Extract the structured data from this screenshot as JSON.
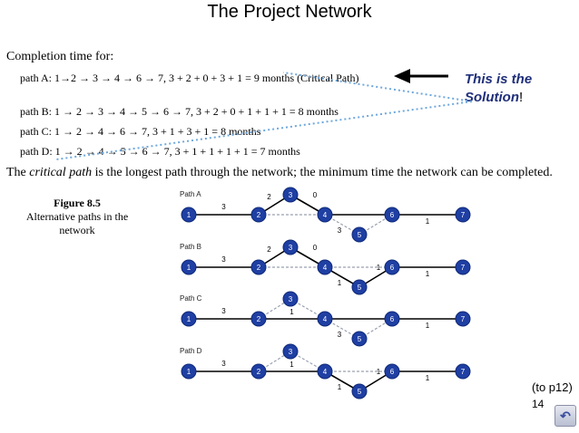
{
  "title": "The Project Network",
  "completion_label": "Completion time for:",
  "paths": [
    {
      "text": "path A: 1→2 → 3 → 4 → 6 → 7,   3 + 2 + 0 + 3 + 1 = 9 months (Critical  Path)"
    },
    {
      "text": "path B: 1 → 2 → 3 → 4 → 5 → 6 → 7,   3 + 2 + 0 + 1 + 1 + 1 = 8 months"
    },
    {
      "text": "path C: 1 → 2 → 4 → 6 → 7,   3 + 1 + 3 + 1 = 8 months"
    },
    {
      "text": "path D: 1 → 2 → 4 → 5 → 6 → 7,   3 + 1 + 1 + 1 + 1 = 7 months"
    }
  ],
  "solution": {
    "line1": "This is the",
    "line2": "Solution",
    "suffix": "!"
  },
  "critical": {
    "pre": "The ",
    "term": "critical path",
    "post": " is the longest path through the network; the minimum time the network can be completed."
  },
  "figure": {
    "number": "Figure 8.5",
    "caption": "Alternative paths in the network"
  },
  "diagrams": [
    {
      "label": "Path A",
      "active": [
        [
          1,
          2
        ],
        [
          2,
          3
        ],
        [
          3,
          4
        ],
        [
          4,
          6
        ],
        [
          6,
          7
        ]
      ],
      "weights": {
        "1-2": "3",
        "2-3": "2",
        "3-4": "0",
        "4-5": "3",
        "6-7": "1"
      }
    },
    {
      "label": "Path B",
      "active": [
        [
          1,
          2
        ],
        [
          2,
          3
        ],
        [
          3,
          4
        ],
        [
          4,
          5
        ],
        [
          5,
          6
        ],
        [
          6,
          7
        ]
      ],
      "weights": {
        "1-2": "3",
        "2-3": "2",
        "3-4": "0",
        "4-5": "1",
        "5-6": "1",
        "6-7": "1"
      }
    },
    {
      "label": "Path C",
      "active": [
        [
          1,
          2
        ],
        [
          2,
          4
        ],
        [
          4,
          6
        ],
        [
          6,
          7
        ]
      ],
      "weights": {
        "1-2": "3",
        "2-4": "1",
        "4-5": "3",
        "6-7": "1"
      }
    },
    {
      "label": "Path D",
      "active": [
        [
          1,
          2
        ],
        [
          2,
          4
        ],
        [
          4,
          5
        ],
        [
          5,
          6
        ],
        [
          6,
          7
        ]
      ],
      "weights": {
        "1-2": "3",
        "2-4": "1",
        "4-5": "1",
        "5-6": "1",
        "6-7": "1"
      }
    }
  ],
  "nodes": [
    "1",
    "2",
    "3",
    "4",
    "5",
    "6",
    "7"
  ],
  "to_link": "(to p12)",
  "page_number": "14",
  "nav_icon": "undo-icon",
  "colors": {
    "node_fill": "#1f3fa3",
    "title_accent": "#1f2f7a",
    "dotted": "#6fa8dc"
  }
}
